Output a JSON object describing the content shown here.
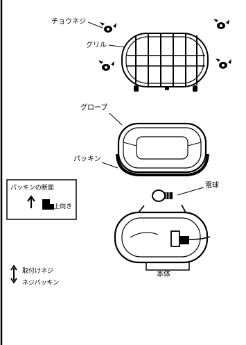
{
  "labels": {
    "wing_nut": "チョウネジ",
    "grille": "グリル",
    "globe": "グローブ",
    "packing": "パッキン",
    "bulb": "電球",
    "body": "本体",
    "packing_section_title": "パッキンの断面",
    "face_up": "上向き",
    "mounting_screw": "取付けネジ",
    "screw_packing": "ネジパッキン"
  }
}
